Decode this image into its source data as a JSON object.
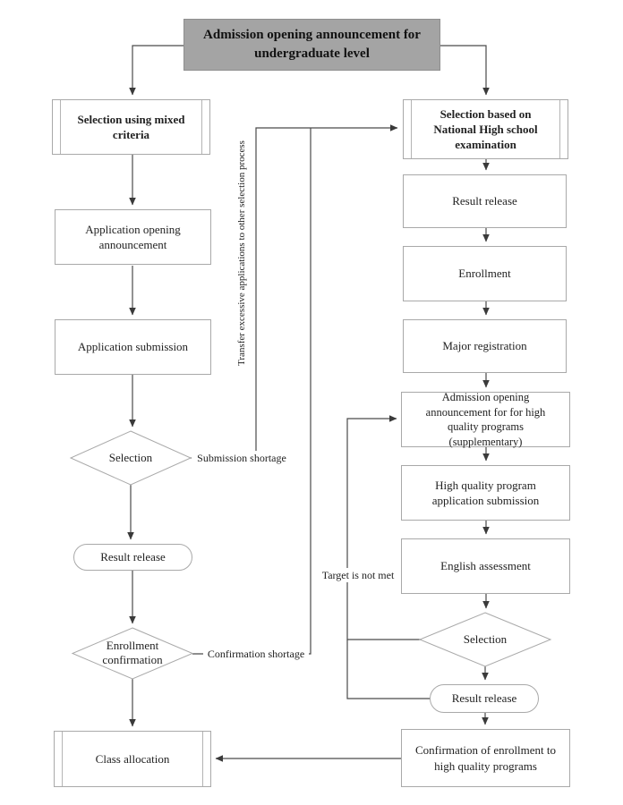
{
  "diagram": {
    "title": "Admission opening announcement for undergraduate level",
    "left": {
      "mixed_criteria": "Selection using mixed criteria",
      "application_opening": "Application opening announcement",
      "application_submission": "Application submission",
      "selection": "Selection",
      "result_release": "Result release",
      "enrollment_confirmation": "Enrollment confirmation",
      "class_allocation": "Class allocation"
    },
    "right": {
      "national_exam": "Selection based on National High school examination",
      "result_release": "Result release",
      "enrollment": "Enrollment",
      "major_registration": "Major registration",
      "supplementary_announcement": "Admission opening announcement for for high quality programs (supplementary)",
      "hq_application_submission": "High quality program application submission",
      "english_assessment": "English assessment",
      "selection": "Selection",
      "result_release_2": "Result release",
      "hq_enrollment_confirmation": "Confirmation of enrollment to high quality programs"
    },
    "edge_labels": {
      "submission_shortage": "Submission shortage",
      "confirmation_shortage": "Confirmation shortage",
      "target_not_met": "Target is not met",
      "transfer_excessive": "Transfer excessive applications to other selection process"
    },
    "colors": {
      "background": "#ffffff",
      "title_fill": "#a4a4a4",
      "title_border": "#8f8f8f",
      "node_border": "#a9a9a9",
      "connector": "#454545",
      "text": "#222222"
    }
  }
}
